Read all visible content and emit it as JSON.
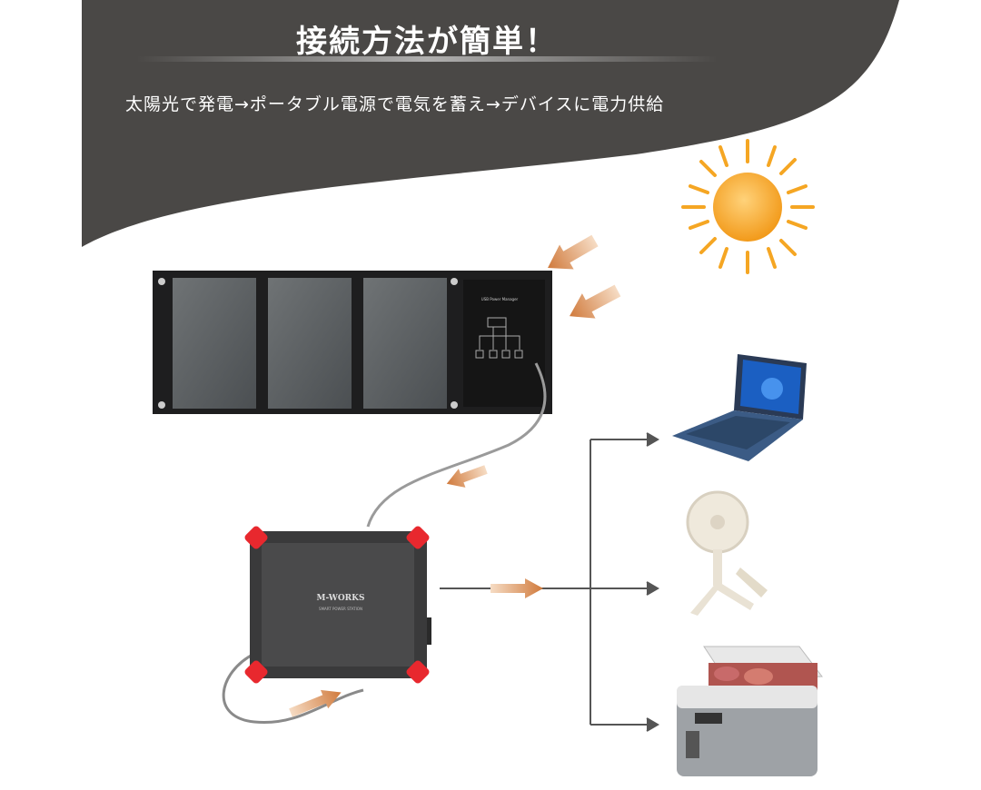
{
  "header": {
    "title": "接続方法が簡単！",
    "subtitle": "太陽光で発電→ポータブル電源で電気を蓄え→デバイスに電力供給"
  },
  "devices": {
    "power_station_brand": "M-WORKS",
    "power_station_model": "SMART POWER STATION",
    "solar_panel_label": "USB Power Manager"
  },
  "colors": {
    "header_bg": "#4a4846",
    "arrow_orange": "#d9874a",
    "sun": "#f5a623",
    "corner_red": "#e8282e"
  }
}
